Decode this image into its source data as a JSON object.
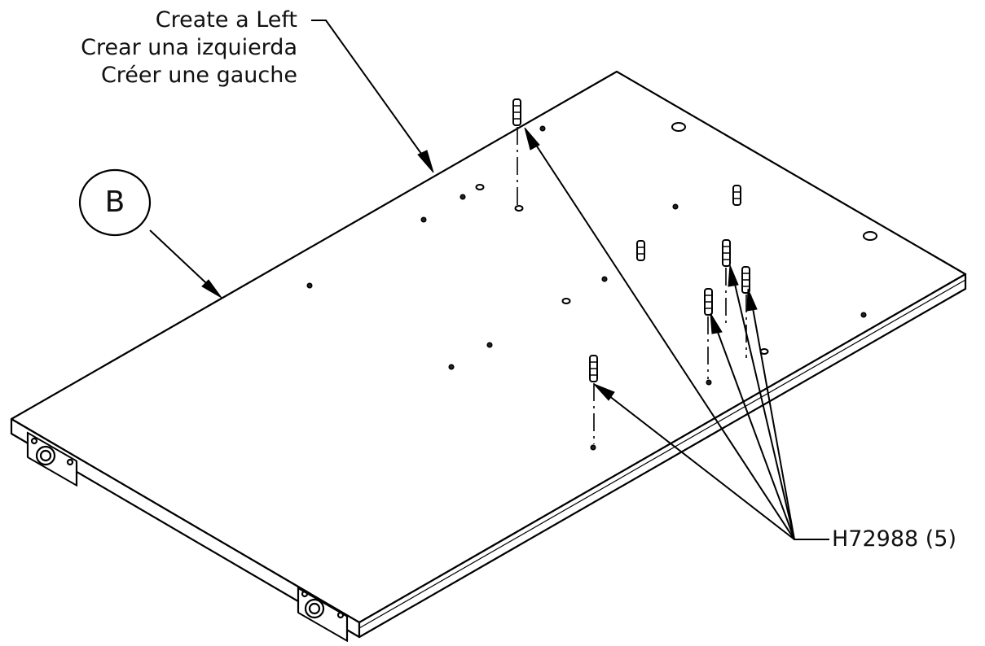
{
  "callouts": {
    "create_left": {
      "lines": [
        "Create a Left",
        "Crear una izquierda",
        "Créer une gauche"
      ]
    },
    "step_letter": "B",
    "hardware": {
      "part_label": "H72988 (5)"
    }
  }
}
